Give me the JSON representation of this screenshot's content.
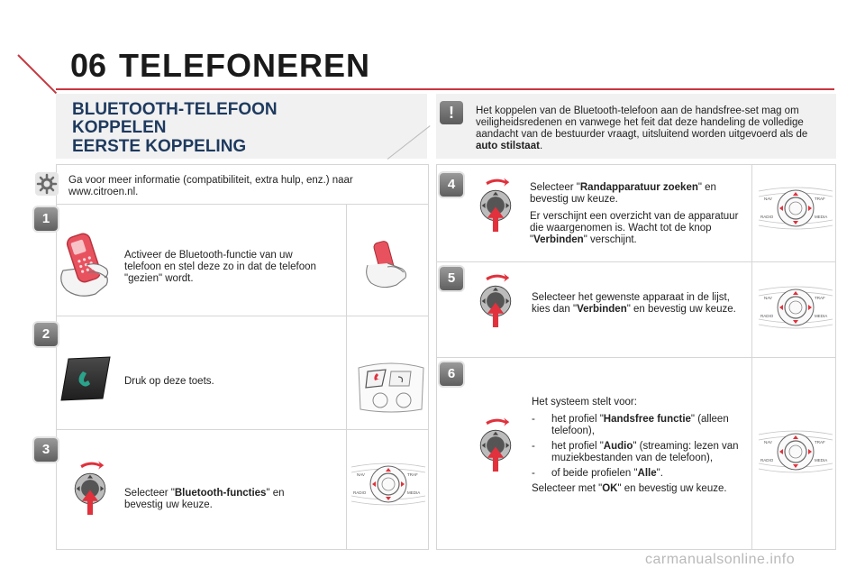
{
  "chapter": {
    "number": "06",
    "title": "TELEFONEREN"
  },
  "section": {
    "title_line1": "BLUETOOTH-TELEFOON",
    "title_line2": "KOPPELEN",
    "subtitle": "EERSTE KOPPELING"
  },
  "warning": {
    "icon": "!",
    "text_before": "Het koppelen van de Bluetooth-telefoon aan de handsfree-set mag om veiligheidsredenen en vanwege het feit dat deze handeling de volledige aandacht van de bestuurder vraagt, uitsluitend worden uitgevoerd als de ",
    "text_bold": "auto stilstaat",
    "text_after": "."
  },
  "info": {
    "text_line1": "Ga voor meer informatie (compatibiliteit, extra hulp, enz.) naar",
    "text_line2": "www.citroen.nl."
  },
  "steps": [
    {
      "number": "1",
      "text": "Activeer de Bluetooth-functie van uw telefoon en stel deze zo in dat de telefoon \"gezien\" wordt."
    },
    {
      "number": "2",
      "text": "Druk op deze toets."
    },
    {
      "number": "3",
      "before": "Selecteer \"",
      "bold": "Bluetooth-functies",
      "after": "\" en bevestig uw keuze."
    },
    {
      "number": "4",
      "before": "Selecteer \"",
      "bold": "Randapparatuur zoeken",
      "after": "\" en bevestig uw keuze.",
      "p2_before": "Er verschijnt een overzicht van de apparatuur die waargenomen is. Wacht tot de knop \"",
      "p2_bold": "Verbinden",
      "p2_after": "\" verschijnt."
    },
    {
      "number": "5",
      "before": "Selecteer het gewenste apparaat in de lijst, kies dan \"",
      "bold": "Verbinden",
      "after": "\" en bevestig uw keuze."
    },
    {
      "number": "6",
      "intro": "Het systeem stelt voor:",
      "items": [
        {
          "dash": "-",
          "before": "het profiel \"",
          "bold": "Handsfree functie",
          "after": "\" (alleen telefoon),"
        },
        {
          "dash": "-",
          "before": "het profiel \"",
          "bold": "Audio",
          "after": "\" (streaming: lezen van muziekbestanden van de telefoon),"
        },
        {
          "dash": "-",
          "before": "of beide profielen \"",
          "bold": "Alle",
          "after": "\"."
        }
      ],
      "outro_before": "Selecteer met \"",
      "outro_bold": "OK",
      "outro_after": "\" en bevestig uw keuze."
    }
  ],
  "console_labels": {
    "nav": "NAV",
    "traf": "TRAF",
    "radio": "RADIO",
    "media": "MEDIA"
  },
  "watermark": "carmanualsonline.info",
  "colors": {
    "accent_red": "#c9363f",
    "title_blue": "#1e3a5f",
    "phone_red": "#e8525f",
    "arrow_red": "#e0313c",
    "call_green": "#2aa38a"
  }
}
